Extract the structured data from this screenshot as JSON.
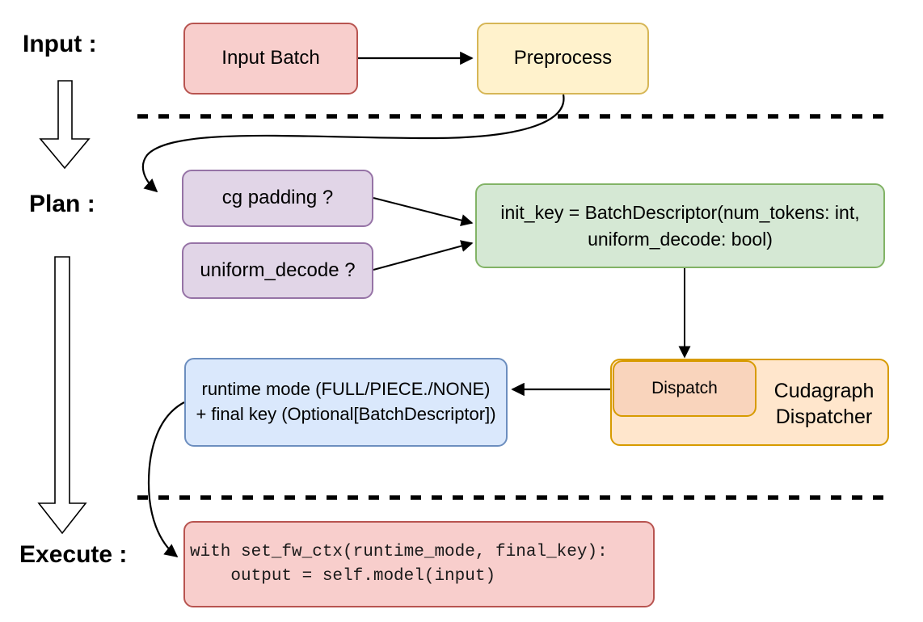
{
  "diagram": {
    "background": "#ffffff",
    "line_color": "#000000"
  },
  "stage_labels": {
    "input": "Input :",
    "plan": "Plan :",
    "execute": "Execute :"
  },
  "nodes": {
    "input_batch": {
      "label": "Input Batch",
      "fill": "#f8cecc",
      "stroke": "#b85450"
    },
    "preprocess": {
      "label": "Preprocess",
      "fill": "#fff2cc",
      "stroke": "#d6b656"
    },
    "cg_padding": {
      "label": "cg padding ?",
      "fill": "#e1d5e7",
      "stroke": "#9673a6"
    },
    "uniform_decode": {
      "label": "uniform_decode ?",
      "fill": "#e1d5e7",
      "stroke": "#9673a6"
    },
    "init_key": {
      "line1": "init_key = BatchDescriptor(num_tokens: int,",
      "line2": "uniform_decode: bool)",
      "fill": "#d5e8d4",
      "stroke": "#82b366"
    },
    "runtime_mode": {
      "line1": "runtime mode (FULL/PIECE./NONE)",
      "line2": "+ final key (Optional[BatchDescriptor])",
      "fill": "#dae8fc",
      "stroke": "#6c8ebf"
    },
    "cudagraph_dispatcher": {
      "line1": "Cudagraph",
      "line2": "Dispatcher",
      "fill": "#ffe6cc",
      "stroke": "#d79b00"
    },
    "dispatch": {
      "label": "Dispatch",
      "fill": "#f9d4bc",
      "stroke": "#d79b00"
    },
    "execute_code": {
      "line1": "with set_fw_ctx(runtime_mode, final_key):",
      "line2": "    output = self.model(input)",
      "fill": "#f8cecc",
      "stroke": "#b85450"
    }
  }
}
